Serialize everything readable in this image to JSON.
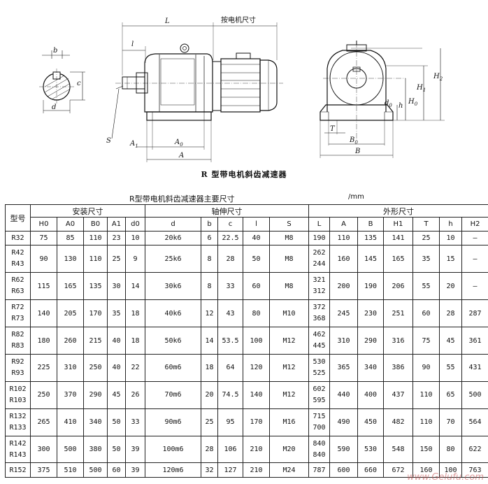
{
  "drawing": {
    "dims_side": {
      "L": "L",
      "l": "l",
      "S": "S",
      "A1": "A",
      "A1_sub": "1",
      "A0": "A",
      "A0_sub": "0",
      "A": "A",
      "motor": "按电机尺寸"
    },
    "dims_shaft": {
      "b": "b",
      "c": "c",
      "d": "d"
    },
    "dims_end": {
      "H2": "H",
      "H2_sub": "2",
      "H1": "H",
      "H1_sub": "1",
      "H0": "H",
      "H0_sub": "0",
      "h": "h",
      "d0": "d",
      "d0_sub": "0",
      "T": "T",
      "B0": "B",
      "B0_sub": "0",
      "B": "B"
    },
    "caption": "R 型带电机斜齿减速器"
  },
  "table_title": "R型带电机斜齿减速器主要尺寸",
  "table_unit": "/mm",
  "header": {
    "model": "型号",
    "group_install": "安装尺寸",
    "group_shaft": "轴伸尺寸",
    "group_outline": "外形尺寸",
    "cols": [
      "H0",
      "A0",
      "B0",
      "A1",
      "d0",
      "d",
      "b",
      "c",
      "l",
      "S",
      "L",
      "A",
      "B",
      "H1",
      "T",
      "h",
      "H2"
    ]
  },
  "rows": [
    {
      "model": [
        "R32"
      ],
      "vals": [
        "75",
        "85",
        "110",
        "23",
        "10",
        "20k6",
        "6",
        "22.5",
        "40",
        "M8",
        [
          "190"
        ],
        "110",
        "135",
        "141",
        "25",
        "10",
        "—"
      ]
    },
    {
      "model": [
        "R42",
        "R43"
      ],
      "vals": [
        "90",
        "130",
        "110",
        "25",
        "9",
        "25k6",
        "8",
        "28",
        "50",
        "M8",
        [
          "262",
          "244"
        ],
        "160",
        "145",
        "165",
        "35",
        "15",
        "—"
      ]
    },
    {
      "model": [
        "R62",
        "R63"
      ],
      "vals": [
        "115",
        "165",
        "135",
        "30",
        "14",
        "30k6",
        "8",
        "33",
        "60",
        "M8",
        [
          "321",
          "312"
        ],
        "200",
        "190",
        "206",
        "55",
        "20",
        "—"
      ]
    },
    {
      "model": [
        "R72",
        "R73"
      ],
      "vals": [
        "140",
        "205",
        "170",
        "35",
        "18",
        "40k6",
        "12",
        "43",
        "80",
        "M10",
        [
          "372",
          "368"
        ],
        "245",
        "230",
        "251",
        "60",
        "28",
        "287"
      ]
    },
    {
      "model": [
        "R82",
        "R83"
      ],
      "vals": [
        "180",
        "260",
        "215",
        "40",
        "18",
        "50k6",
        "14",
        "53.5",
        "100",
        "M12",
        [
          "462",
          "445"
        ],
        "310",
        "290",
        "316",
        "75",
        "45",
        "361"
      ]
    },
    {
      "model": [
        "R92",
        "R93"
      ],
      "vals": [
        "225",
        "310",
        "250",
        "40",
        "22",
        "60m6",
        "18",
        "64",
        "120",
        "M12",
        [
          "530",
          "525"
        ],
        "365",
        "340",
        "386",
        "90",
        "55",
        "431"
      ]
    },
    {
      "model": [
        "R102",
        "R103"
      ],
      "vals": [
        "250",
        "370",
        "290",
        "45",
        "26",
        "70m6",
        "20",
        "74.5",
        "140",
        "M12",
        [
          "602",
          "595"
        ],
        "440",
        "400",
        "437",
        "110",
        "65",
        "500"
      ]
    },
    {
      "model": [
        "R132",
        "R133"
      ],
      "vals": [
        "265",
        "410",
        "340",
        "50",
        "33",
        "90m6",
        "25",
        "95",
        "170",
        "M16",
        [
          "715",
          "700"
        ],
        "490",
        "450",
        "482",
        "110",
        "70",
        "564"
      ]
    },
    {
      "model": [
        "R142",
        "R143"
      ],
      "vals": [
        "300",
        "500",
        "380",
        "50",
        "39",
        "100m6",
        "28",
        "106",
        "210",
        "M20",
        [
          "840",
          "840"
        ],
        "590",
        "530",
        "548",
        "150",
        "80",
        "622"
      ]
    },
    {
      "model": [
        "R152"
      ],
      "vals": [
        "375",
        "510",
        "500",
        "60",
        "39",
        "120m6",
        "32",
        "127",
        "210",
        "M24",
        [
          "787"
        ],
        "600",
        "660",
        "672",
        "160",
        "100",
        "763"
      ]
    }
  ],
  "watermark": "www.Gelufu.com"
}
